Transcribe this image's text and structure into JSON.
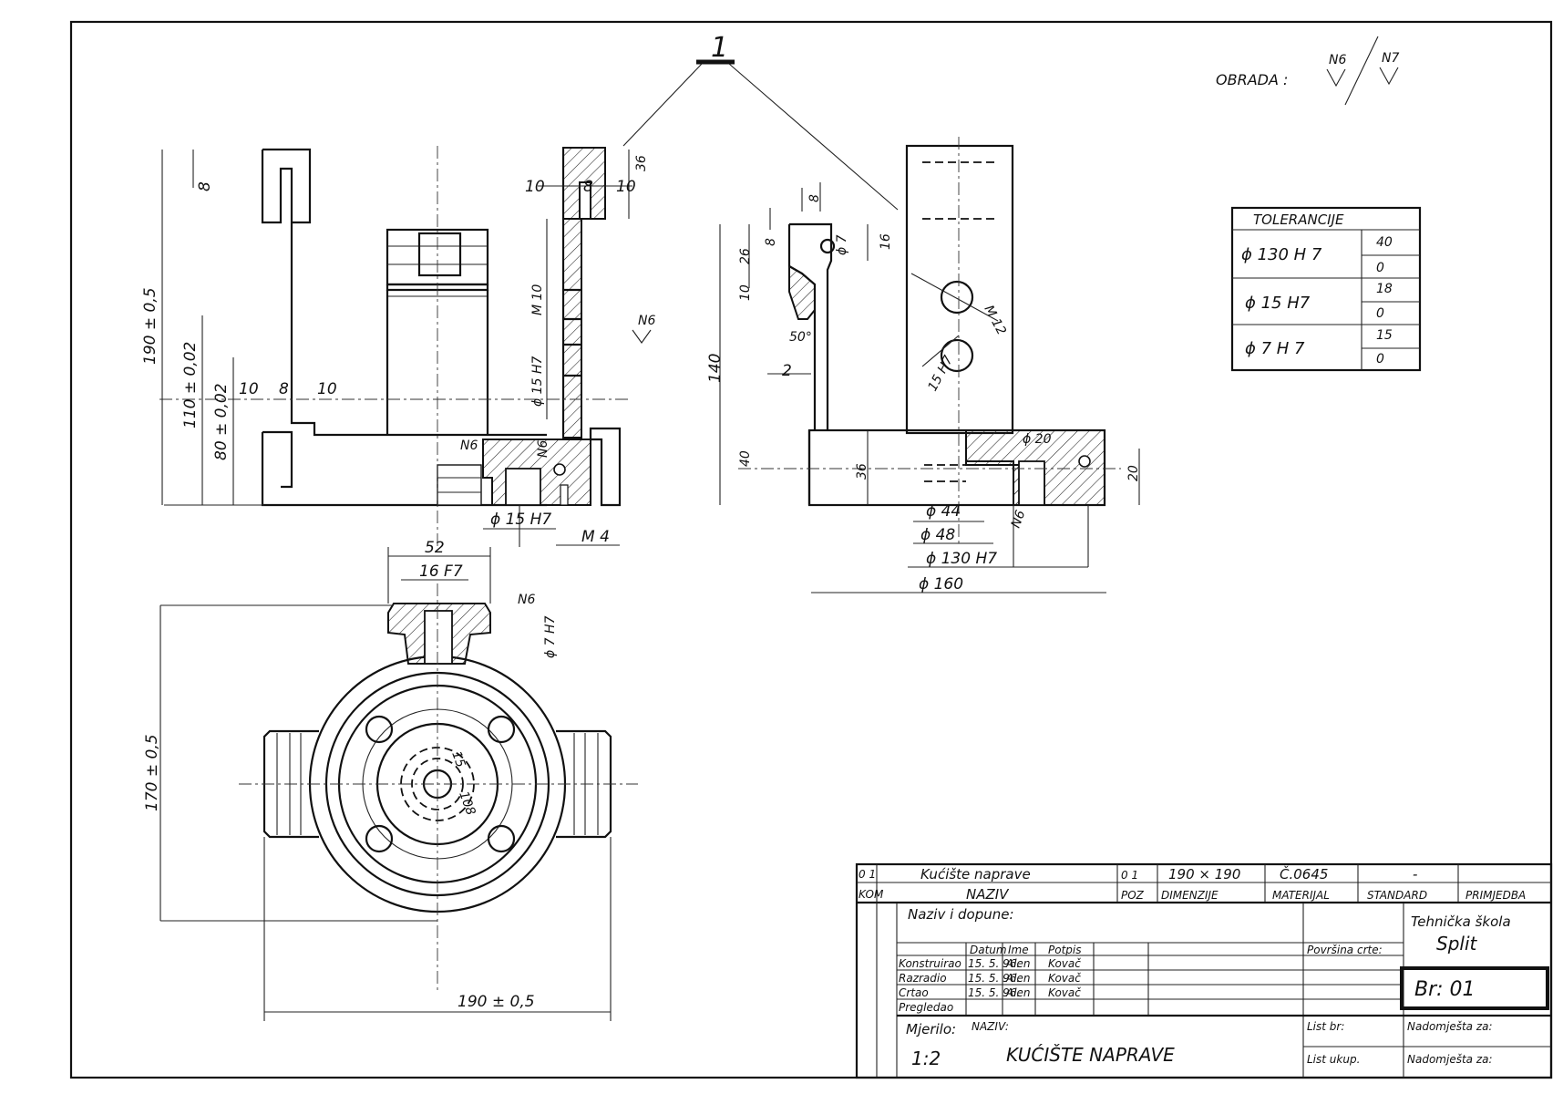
{
  "drawing": {
    "part_number": "1",
    "finish": {
      "label": "OBRADA :",
      "primary": "N6",
      "secondary": "N7"
    },
    "tolerances": {
      "title": "TOLERANCIJE",
      "rows": [
        {
          "fit": "ϕ 130 H 7",
          "upper": "40",
          "lower": "0"
        },
        {
          "fit": "ϕ 15 H7",
          "upper": "18",
          "lower": "0"
        },
        {
          "fit": "ϕ 7 H 7",
          "upper": "15",
          "lower": "0"
        }
      ]
    },
    "front_view": {
      "height_overall": "190 ± 0,5",
      "height_mid": "110 ± 0,02",
      "height_low": "80 ± 0,02",
      "slot_width": "8",
      "gap_left": "10",
      "web": "8",
      "gap_right": "10",
      "top_slot": "8",
      "left_wall": "10",
      "right_wall": "10",
      "top_depth": "36",
      "thread": "M 10",
      "bore": "ϕ 15 H7",
      "finish_a": "N6",
      "finish_b": "N6",
      "finish_c": "N6",
      "bore_bottom": "ϕ 15 H7",
      "thread_bottom": "M 4"
    },
    "side_view": {
      "top": "8",
      "depth_26": "26",
      "depth_8": "8",
      "depth_10": "10",
      "hole": "ϕ 7",
      "depth_16": "16",
      "angle": "50°",
      "offset": "2",
      "height_140": "140",
      "height_40": "40",
      "base_36": "36",
      "right_20": "20",
      "thread": "M 12",
      "bore": "15 H7",
      "pin": "ϕ 20",
      "finish": "N6",
      "dia_44": "ϕ 44",
      "dia_48": "ϕ 48",
      "dia_130": "ϕ 130 H7",
      "dia_160": "ϕ 160"
    },
    "top_view": {
      "width_52": "52",
      "slot": "16 F7",
      "pin": "ϕ 7 H7",
      "finish": "N6",
      "height": "170 ± 0,5",
      "width": "190 ± 0,5",
      "small_dia": "15",
      "pcd": "108"
    }
  },
  "title_block": {
    "row1": {
      "qty": "0 1",
      "name": "Kućište naprave",
      "pos": "0 1",
      "dims": "190 × 190",
      "material": "Č.0645",
      "standard": "-",
      "note": ""
    },
    "header": {
      "qty": "KOM",
      "name": "NAZIV",
      "pos": "POZ",
      "dims": "DIMENZIJE",
      "material": "MATERIJAL",
      "standard": "STANDARD",
      "note": "PRIMJEDBA"
    },
    "changes_label": "Naziv i dopune:",
    "cols": {
      "date": "Datum",
      "name": "Ime",
      "sign": "Potpis"
    },
    "rows": [
      {
        "role": "Konstruirao",
        "date": "15. 5. 96.",
        "name": "Alen",
        "sign": "Kovač"
      },
      {
        "role": "Razradio",
        "date": "15. 5. 96.",
        "name": "Alen",
        "sign": "Kovač"
      },
      {
        "role": "Crtao",
        "date": "15. 5. 96.",
        "name": "Alen",
        "sign": "Kovač"
      },
      {
        "role": "Pregledao",
        "date": "",
        "name": "",
        "sign": ""
      }
    ],
    "surface": "Površina crte:",
    "school_line1": "Tehnička škola",
    "school_line2": "Split",
    "drawing_no": "Br: 01",
    "scale_label": "Mjerilo:",
    "scale": "1:2",
    "name_label": "NAZIV:",
    "title": "KUĆIŠTE NAPRAVE",
    "sheet_no": "List br:",
    "sheet_count": "List ukup.",
    "replaces": "Nadomješta za:",
    "replaced_by": "Nadomješta za:"
  }
}
